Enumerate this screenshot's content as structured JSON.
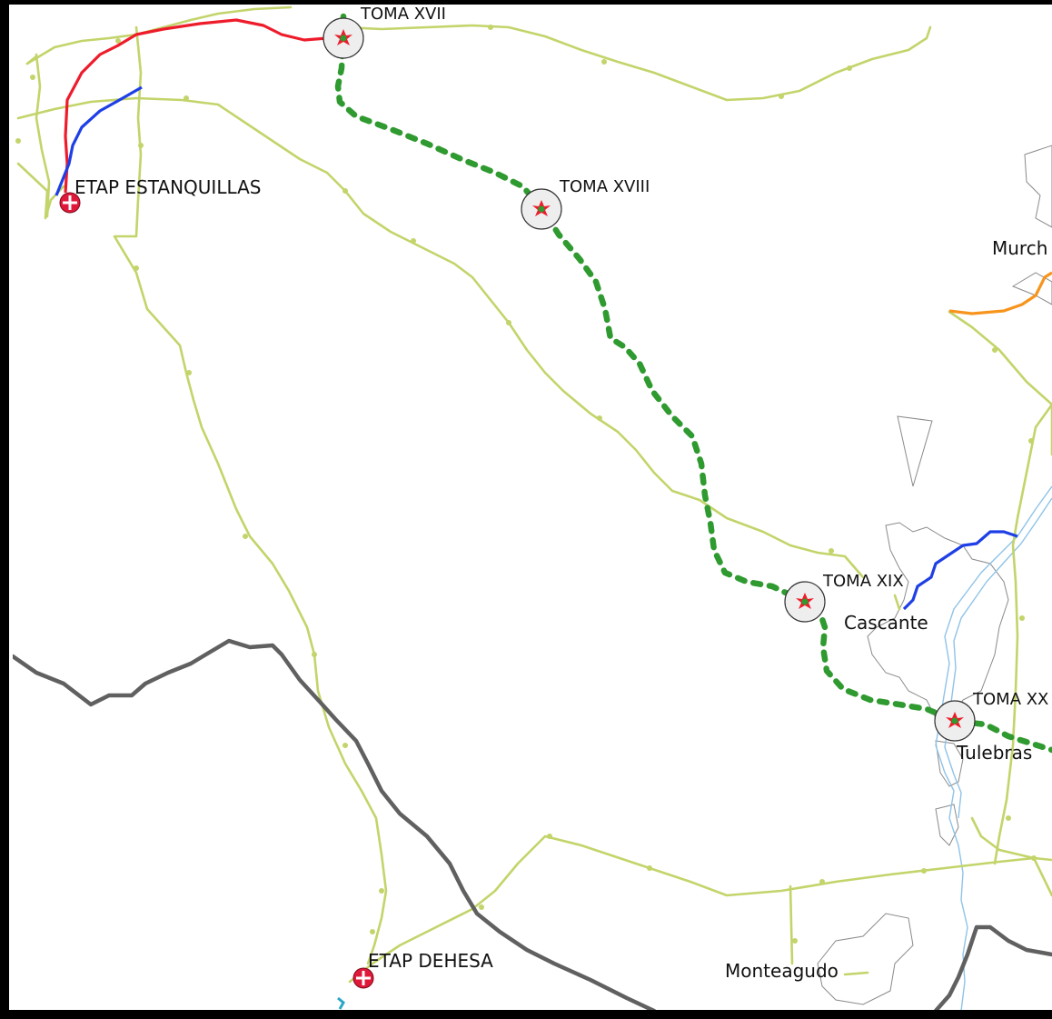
{
  "places": {
    "etap_estanquillas": "ETAP ESTANQUILLAS",
    "etap_dehesa": "ETAP DEHESA",
    "toma_xvii": "TOMA XVII",
    "toma_xviii": "TOMA XVIII",
    "toma_xix": "TOMA XIX",
    "toma_xx": "TOMA XX",
    "murch": "Murch",
    "cascante": "Cascante",
    "tulebras": "Tulebras",
    "monteagudo": "Monteagudo"
  },
  "icons": {
    "intake": "intake-station-icon",
    "treatment_plant": "treatment-plant-icon"
  },
  "colors": {
    "roads": "#c3d46a",
    "main_road": "#606060",
    "pipeline": "#2f9a2f",
    "red_line": "#ee1c2b",
    "blue_line": "#1f3fe6",
    "orange_line": "#f7941d",
    "river": "#8fc3e8"
  }
}
